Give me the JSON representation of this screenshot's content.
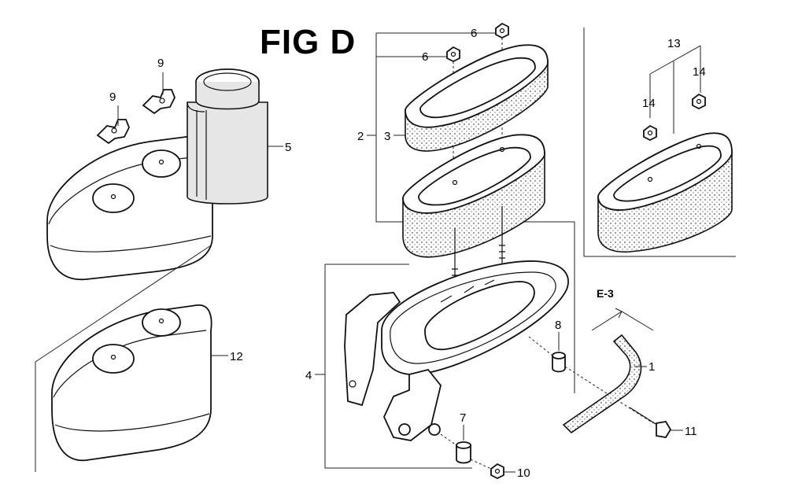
{
  "figure": {
    "title": "FIG D"
  },
  "reference": {
    "ref_label": "E-3"
  },
  "callouts": {
    "c1": "1",
    "c2": "2",
    "c3": "3",
    "c4": "4",
    "c5": "5",
    "c6a": "6",
    "c6b": "6",
    "c7": "7",
    "c8": "8",
    "c9a": "9",
    "c9b": "9",
    "c10": "10",
    "c11": "11",
    "c12": "12",
    "c13": "13",
    "c14a": "14",
    "c14b": "14"
  }
}
